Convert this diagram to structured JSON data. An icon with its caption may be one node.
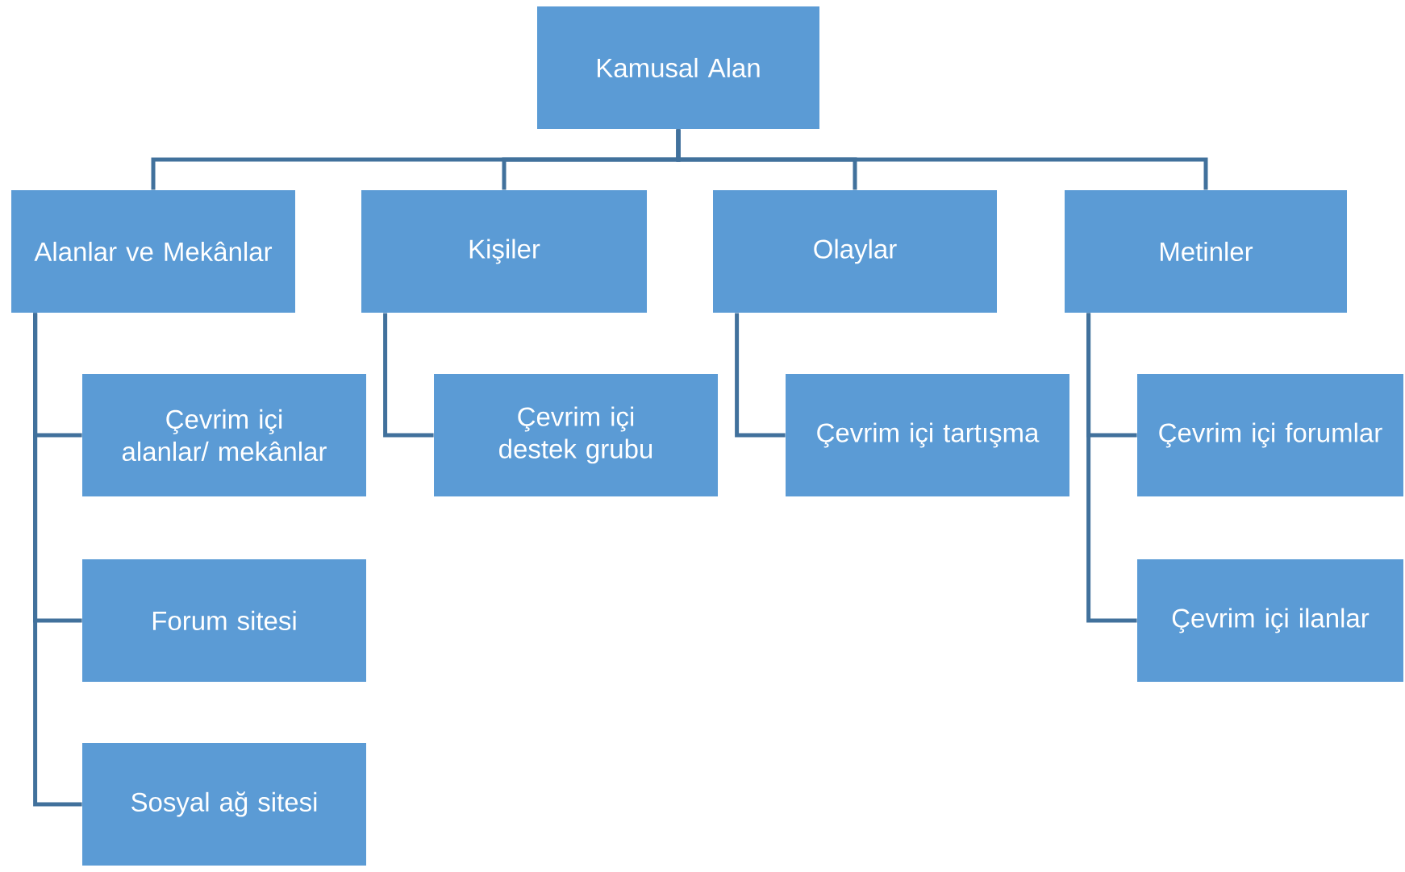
{
  "diagram": {
    "nodes": [
      {
        "text": [
          "Kamusal Alan"
        ]
      },
      {
        "text": [
          "Alanlar ve Mekânlar"
        ]
      },
      {
        "text": [
          "Kişiler"
        ]
      },
      {
        "text": [
          "Olaylar"
        ]
      },
      {
        "text": [
          "Metinler"
        ]
      },
      {
        "text": [
          "Çevrim içi alanlar/ mekânlar"
        ]
      },
      {
        "text": [
          "Forum sitesi"
        ]
      },
      {
        "text": [
          "Sosyal ağ sitesi"
        ]
      },
      {
        "text": [
          "Çevrim içi destek grubu"
        ]
      },
      {
        "text": [
          "Çevrim içi tartışma"
        ]
      },
      {
        "text": [
          "Çevrim içi forumlar"
        ]
      },
      {
        "text": [
          "Çevrim içi ilanlar"
        ]
      }
    ],
    "edges": [
      {
        "from": 0,
        "to": 1,
        "arrow": "none"
      },
      {
        "from": 0,
        "to": 2,
        "arrow": "none"
      },
      {
        "from": 0,
        "to": 3,
        "arrow": "none"
      },
      {
        "from": 0,
        "to": 4,
        "arrow": "none"
      },
      {
        "from": 1,
        "to": 5,
        "arrow": "none"
      },
      {
        "from": 1,
        "to": 6,
        "arrow": "none"
      },
      {
        "from": 1,
        "to": 7,
        "arrow": "none"
      },
      {
        "from": 2,
        "to": 8,
        "arrow": "none"
      },
      {
        "from": 3,
        "to": 9,
        "arrow": "none"
      },
      {
        "from": 4,
        "to": 10,
        "arrow": "none"
      },
      {
        "from": 4,
        "to": 11,
        "arrow": "none"
      }
    ]
  }
}
